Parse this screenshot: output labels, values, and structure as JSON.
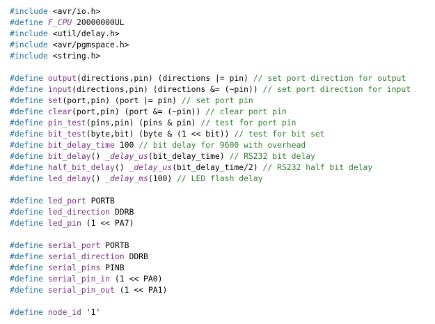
{
  "colors": {
    "background": "#ffffff",
    "keyword": "#1c6fa0",
    "identifier": "#7a2d82",
    "comment": "#2f7d2f",
    "text": "#000000"
  },
  "code": {
    "lines": [
      [
        {
          "t": "kw",
          "v": "#include"
        },
        {
          "t": "op",
          "v": " <avr/io.h>"
        }
      ],
      [
        {
          "t": "kw",
          "v": "#define"
        },
        {
          "t": "op",
          "v": " "
        },
        {
          "t": "it",
          "v": "F_CPU"
        },
        {
          "t": "op",
          "v": " 20000000UL"
        }
      ],
      [
        {
          "t": "kw",
          "v": "#include"
        },
        {
          "t": "op",
          "v": " <util/delay.h>"
        }
      ],
      [
        {
          "t": "kw",
          "v": "#include"
        },
        {
          "t": "op",
          "v": " <avr/pgmspace.h>"
        }
      ],
      [
        {
          "t": "kw",
          "v": "#include"
        },
        {
          "t": "op",
          "v": " <string.h>"
        }
      ],
      [],
      [
        {
          "t": "kw",
          "v": "#define"
        },
        {
          "t": "op",
          "v": " "
        },
        {
          "t": "id",
          "v": "output"
        },
        {
          "t": "op",
          "v": "(directions,pin) (directions |= pin) "
        },
        {
          "t": "cm",
          "v": "// set port direction for output"
        }
      ],
      [
        {
          "t": "kw",
          "v": "#define"
        },
        {
          "t": "op",
          "v": " "
        },
        {
          "t": "id",
          "v": "input"
        },
        {
          "t": "op",
          "v": "(directions,pin) (directions &= (~pin)) "
        },
        {
          "t": "cm",
          "v": "// set port direction for input"
        }
      ],
      [
        {
          "t": "kw",
          "v": "#define"
        },
        {
          "t": "op",
          "v": " "
        },
        {
          "t": "id",
          "v": "set"
        },
        {
          "t": "op",
          "v": "(port,pin) (port |= pin) "
        },
        {
          "t": "cm",
          "v": "// set port pin"
        }
      ],
      [
        {
          "t": "kw",
          "v": "#define"
        },
        {
          "t": "op",
          "v": " "
        },
        {
          "t": "id",
          "v": "clear"
        },
        {
          "t": "op",
          "v": "(port,pin) (port &= (~pin)) "
        },
        {
          "t": "cm",
          "v": "// clear port pin"
        }
      ],
      [
        {
          "t": "kw",
          "v": "#define"
        },
        {
          "t": "op",
          "v": " "
        },
        {
          "t": "id",
          "v": "pin_test"
        },
        {
          "t": "op",
          "v": "(pins,pin) (pins & pin) "
        },
        {
          "t": "cm",
          "v": "// test for port pin"
        }
      ],
      [
        {
          "t": "kw",
          "v": "#define"
        },
        {
          "t": "op",
          "v": " "
        },
        {
          "t": "id",
          "v": "bit_test"
        },
        {
          "t": "op",
          "v": "(byte,bit) (byte & (1 << bit)) "
        },
        {
          "t": "cm",
          "v": "// test for bit set"
        }
      ],
      [
        {
          "t": "kw",
          "v": "#define"
        },
        {
          "t": "op",
          "v": " "
        },
        {
          "t": "id",
          "v": "bit_delay_time"
        },
        {
          "t": "op",
          "v": " 100 "
        },
        {
          "t": "cm",
          "v": "// bit delay for 9600 with overhead"
        }
      ],
      [
        {
          "t": "kw",
          "v": "#define"
        },
        {
          "t": "op",
          "v": " "
        },
        {
          "t": "id",
          "v": "bit_delay"
        },
        {
          "t": "op",
          "v": "() "
        },
        {
          "t": "it",
          "v": "_delay_us"
        },
        {
          "t": "op",
          "v": "(bit_delay_time) "
        },
        {
          "t": "cm",
          "v": "// RS232 bit delay"
        }
      ],
      [
        {
          "t": "kw",
          "v": "#define"
        },
        {
          "t": "op",
          "v": " "
        },
        {
          "t": "id",
          "v": "half_bit_delay"
        },
        {
          "t": "op",
          "v": "() "
        },
        {
          "t": "it",
          "v": "_delay_us"
        },
        {
          "t": "op",
          "v": "(bit_delay_time/2) "
        },
        {
          "t": "cm",
          "v": "// RS232 half bit delay"
        }
      ],
      [
        {
          "t": "kw",
          "v": "#define"
        },
        {
          "t": "op",
          "v": " "
        },
        {
          "t": "id",
          "v": "led_delay"
        },
        {
          "t": "op",
          "v": "() "
        },
        {
          "t": "it",
          "v": "_delay_ms"
        },
        {
          "t": "op",
          "v": "(100) "
        },
        {
          "t": "cm",
          "v": "// LED flash delay"
        }
      ],
      [],
      [
        {
          "t": "kw",
          "v": "#define"
        },
        {
          "t": "op",
          "v": " "
        },
        {
          "t": "id",
          "v": "led_port"
        },
        {
          "t": "op",
          "v": " PORTB"
        }
      ],
      [
        {
          "t": "kw",
          "v": "#define"
        },
        {
          "t": "op",
          "v": " "
        },
        {
          "t": "id",
          "v": "led_direction"
        },
        {
          "t": "op",
          "v": " DDRB"
        }
      ],
      [
        {
          "t": "kw",
          "v": "#define"
        },
        {
          "t": "op",
          "v": " "
        },
        {
          "t": "id",
          "v": "led_pin"
        },
        {
          "t": "op",
          "v": " (1 << PA7)"
        }
      ],
      [],
      [
        {
          "t": "kw",
          "v": "#define"
        },
        {
          "t": "op",
          "v": " "
        },
        {
          "t": "id",
          "v": "serial_port"
        },
        {
          "t": "op",
          "v": " PORTB"
        }
      ],
      [
        {
          "t": "kw",
          "v": "#define"
        },
        {
          "t": "op",
          "v": " "
        },
        {
          "t": "id",
          "v": "serial_direction"
        },
        {
          "t": "op",
          "v": " DDRB"
        }
      ],
      [
        {
          "t": "kw",
          "v": "#define"
        },
        {
          "t": "op",
          "v": " "
        },
        {
          "t": "id",
          "v": "serial_pins"
        },
        {
          "t": "op",
          "v": " PINB"
        }
      ],
      [
        {
          "t": "kw",
          "v": "#define"
        },
        {
          "t": "op",
          "v": " "
        },
        {
          "t": "id",
          "v": "serial_pin_in"
        },
        {
          "t": "op",
          "v": " (1 << PA0)"
        }
      ],
      [
        {
          "t": "kw",
          "v": "#define"
        },
        {
          "t": "op",
          "v": " "
        },
        {
          "t": "id",
          "v": "serial_pin_out"
        },
        {
          "t": "op",
          "v": " (1 << PA1)"
        }
      ],
      [],
      [
        {
          "t": "kw",
          "v": "#define"
        },
        {
          "t": "op",
          "v": " "
        },
        {
          "t": "id",
          "v": "node_id"
        },
        {
          "t": "op",
          "v": " '1'"
        }
      ]
    ]
  }
}
